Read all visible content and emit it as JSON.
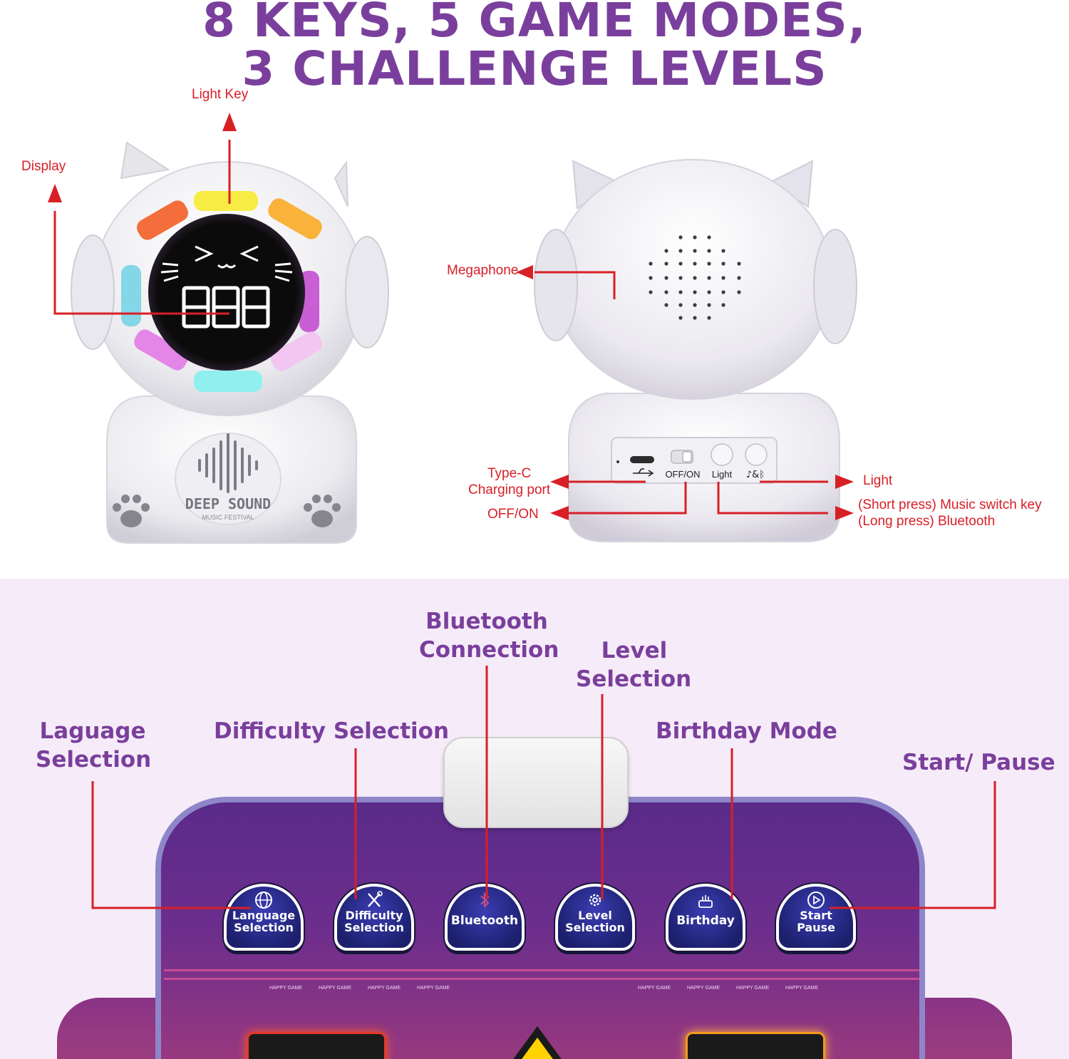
{
  "headline": {
    "line1": "8 KEYS, 5 GAME MODES,",
    "line2": "3 CHALLENGE LEVELS"
  },
  "front_view": {
    "callouts": {
      "light_key": "Light Key",
      "display": "Display"
    },
    "display_digits": "888",
    "display_face": "> ᴗ <",
    "belly_brand": "DEEP SOUND",
    "belly_sub": "MUSIC FESTIVAL"
  },
  "back_view": {
    "callouts": {
      "megaphone": "Megaphone",
      "type_c_line1": "Type-C",
      "type_c_line2": "Charging port",
      "off_on": "OFF/ON",
      "light": "Light",
      "short_press": "(Short press)  Music switch key",
      "long_press": "(Long press)  Bluetooth"
    },
    "port_labels": {
      "off_on": "OFF/ON",
      "light": "Light",
      "music_bt": "♪&ᛒ"
    }
  },
  "mat_labels": {
    "bluetooth_connection_line1": "Bluetooth",
    "bluetooth_connection_line2": "Connection",
    "level_selection_line1": "Level",
    "level_selection_line2": "Selection",
    "language_selection_line1": "Laguage",
    "language_selection_line2": "Selection",
    "difficulty_selection": "Difficulty Selection",
    "birthday_mode": "Birthday Mode",
    "start_pause": "Start/ Pause"
  },
  "mat_buttons": [
    {
      "line1": "Language",
      "line2": "Selection",
      "icon": "globe-icon"
    },
    {
      "line1": "Difficulty",
      "line2": "Selection",
      "icon": "tools-icon"
    },
    {
      "line1": "Bluetooth",
      "line2": "",
      "icon": "bluetooth-icon"
    },
    {
      "line1": "Level",
      "line2": "Selection",
      "icon": "gear-icon"
    },
    {
      "line1": "Birthday",
      "line2": "",
      "icon": "cake-icon"
    },
    {
      "line1": "Start",
      "line2": "Pause",
      "icon": "play-icon"
    }
  ],
  "mat_small_text": "HAPPY GAME",
  "colors": {
    "headline": "#7a3f9c",
    "callout_red": "#d81f26",
    "mat_panel": "#6d2e8c",
    "button_blue": "#1c1f6b"
  }
}
